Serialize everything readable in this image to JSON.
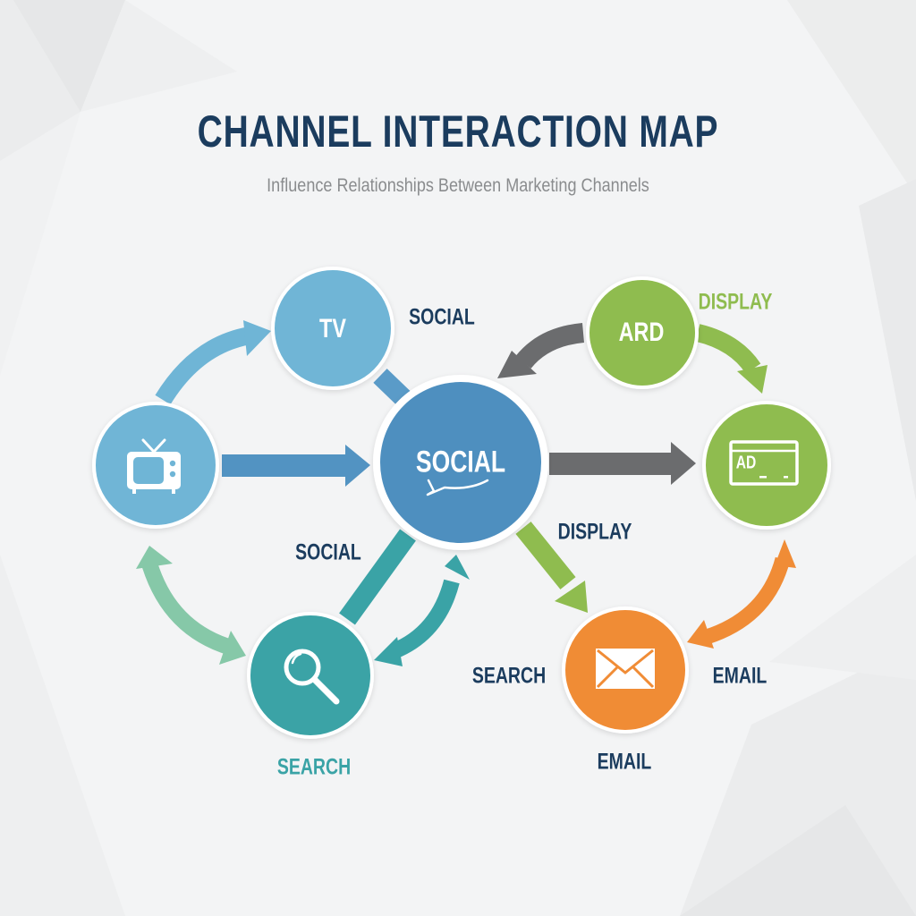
{
  "header": {
    "title": "CHANNEL INTERACTION MAP",
    "subtitle": "Influence Relationships Between Marketing Channels"
  },
  "colors": {
    "navy": "#1b3c5e",
    "tv_blue": "#6fb5d6",
    "social_blue": "#4e8fbf",
    "green": "#8fbc4f",
    "teal": "#3aa3a6",
    "mint": "#86c8a8",
    "orange": "#f08c36",
    "gray_arrow": "#6b6c6e"
  },
  "nodes": {
    "tv_top": {
      "label": "TV",
      "icon": "none"
    },
    "tv_left": {
      "label": "",
      "icon": "television-icon"
    },
    "social_center": {
      "label": "SOCIAL",
      "icon": "speech-bubble-icon"
    },
    "ard": {
      "label": "ARD",
      "icon": "none"
    },
    "ad_display": {
      "label": "AD",
      "icon": "ad-screen-icon"
    },
    "search": {
      "label": "",
      "icon": "magnifier-icon"
    },
    "email": {
      "label": "",
      "icon": "envelope-icon"
    }
  },
  "labels": {
    "social_top": "SOCIAL",
    "display_top": "DISPLAY",
    "display_mid": "DISPLAY",
    "social_mid": "SOCIAL",
    "search_mid": "SEARCH",
    "email_right": "EMAIL",
    "email_bottom": "EMAIL",
    "search_bottom": "SEARCH"
  },
  "edges": [
    {
      "from": "TV icon",
      "to": "TV",
      "type": "curved-arrow"
    },
    {
      "from": "TV",
      "to": "SOCIAL",
      "type": "connector"
    },
    {
      "from": "TV icon",
      "to": "SOCIAL",
      "type": "arrow"
    },
    {
      "from": "ARD",
      "to": "SOCIAL",
      "type": "curved-arrow"
    },
    {
      "from": "ARD",
      "to": "AD",
      "type": "curved-arrow"
    },
    {
      "from": "SOCIAL",
      "to": "AD",
      "type": "arrow"
    },
    {
      "from": "SOCIAL",
      "to": "EMAIL",
      "type": "arrow"
    },
    {
      "from": "SOCIAL",
      "to": "SEARCH",
      "type": "connector"
    },
    {
      "from": "SEARCH",
      "to": "SOCIAL",
      "type": "bidirectional-curved"
    },
    {
      "from": "TV icon",
      "to": "SEARCH",
      "type": "bidirectional-curved"
    },
    {
      "from": "EMAIL",
      "to": "AD",
      "type": "bidirectional-curved"
    }
  ]
}
